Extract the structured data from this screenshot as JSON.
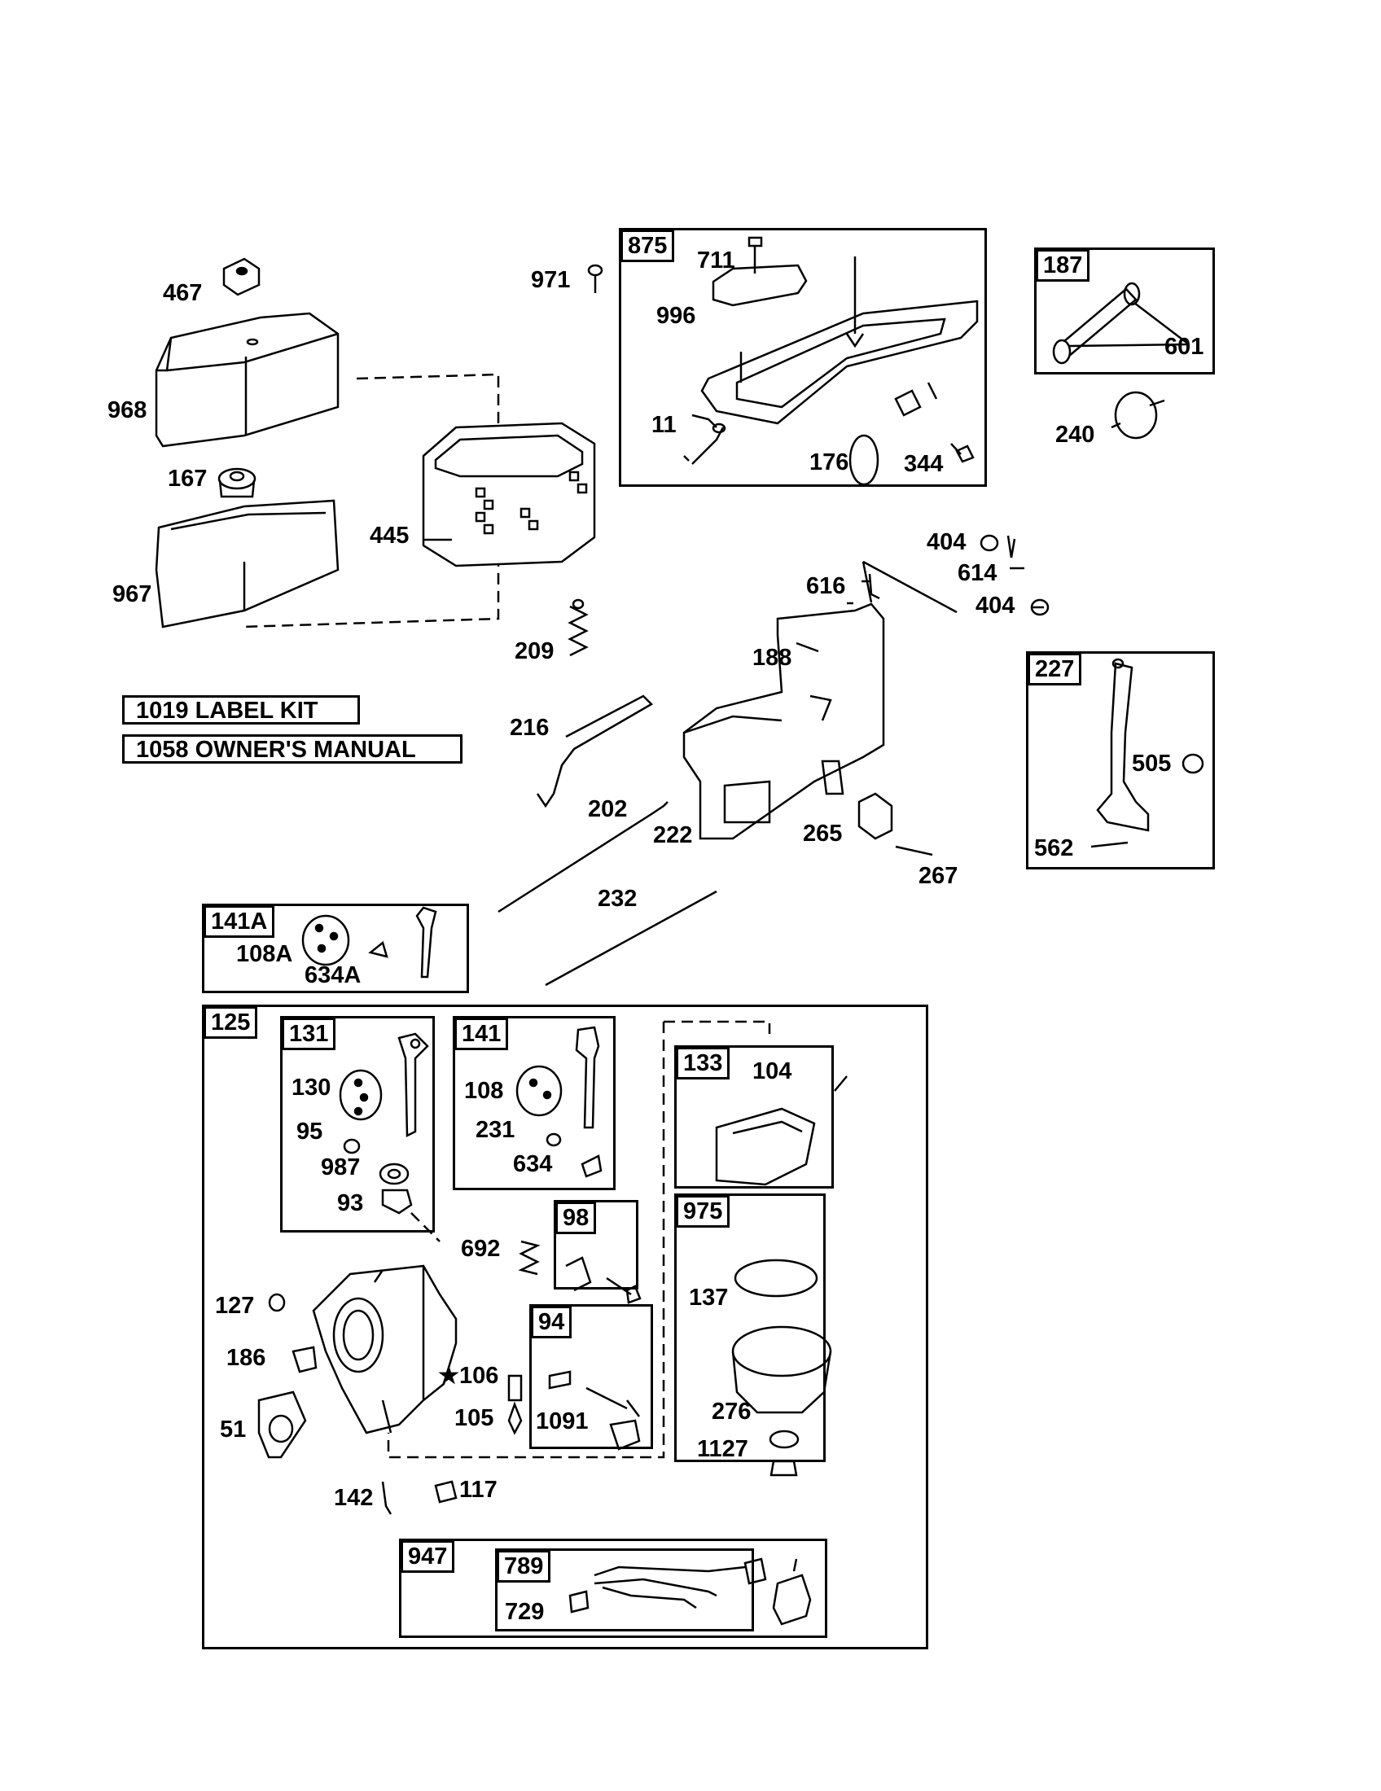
{
  "notes": {
    "label_kit": "1019 LABEL KIT",
    "owners_manual": "1058 OWNER'S MANUAL"
  },
  "groups": {
    "g875": "875",
    "g187": "187",
    "g227": "227",
    "g141a": "141A",
    "g125": "125",
    "g131": "131",
    "g141": "141",
    "g133": "133",
    "g98": "98",
    "g975": "975",
    "g94": "94",
    "g947": "947",
    "g789": "789"
  },
  "parts": {
    "p467": "467",
    "p968": "968",
    "p167": "167",
    "p967": "967",
    "p445": "445",
    "p971": "971",
    "p711": "711",
    "p996": "996",
    "p11": "11",
    "p176": "176",
    "p344": "344",
    "p601": "601",
    "p240": "240",
    "p404a": "404",
    "p614": "614",
    "p404b": "404",
    "p616": "616",
    "p188": "188",
    "p209": "209",
    "p216": "216",
    "p202": "202",
    "p222": "222",
    "p265": "265",
    "p267": "267",
    "p232": "232",
    "p505": "505",
    "p562": "562",
    "p108a": "108A",
    "p634a": "634A",
    "p130": "130",
    "p95": "95",
    "p987": "987",
    "p93": "93",
    "p108": "108",
    "p231": "231",
    "p634": "634",
    "p104": "104",
    "p692": "692",
    "p137": "137",
    "p276": "276",
    "p1127": "1127",
    "p127": "127",
    "p186": "186",
    "p51": "51",
    "p106": "★106",
    "p105": "105",
    "p1091": "1091",
    "p142": "142",
    "p117": "117",
    "p729": "729"
  }
}
